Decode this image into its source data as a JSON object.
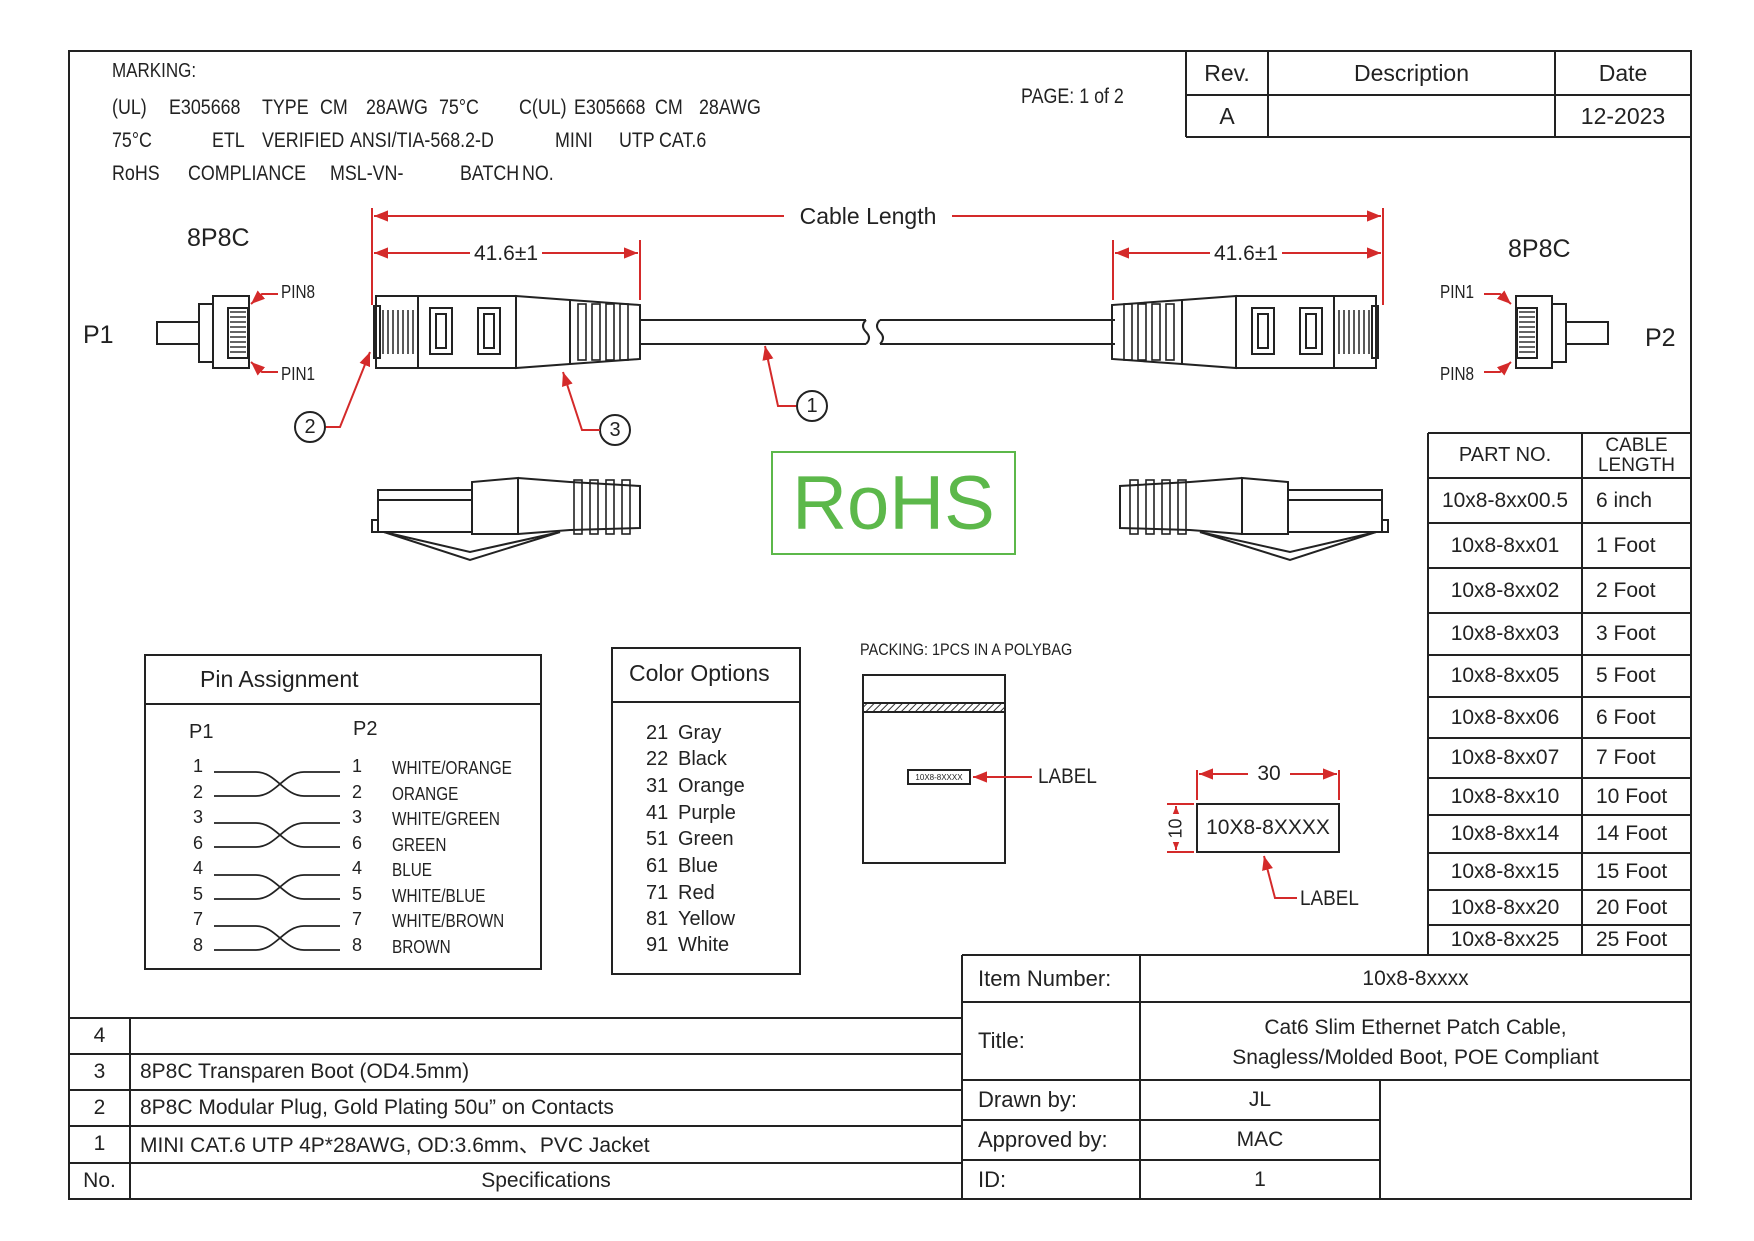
{
  "marking": {
    "heading": "MARKING:",
    "line1": [
      "(UL)",
      "E305668",
      "TYPE",
      "CM",
      "28AWG",
      "75°C",
      "C(UL)",
      "E305668",
      "CM",
      "28AWG"
    ],
    "line2": [
      "75°C",
      "ETL",
      "VERIFIED",
      "ANSI/TIA-568.2-D",
      "MINI",
      "UTP",
      "CAT.6"
    ],
    "line3": [
      "RoHS",
      "COMPLIANCE",
      "MSL-VN-",
      "BATCH",
      "NO."
    ]
  },
  "page": "PAGE:  1  of  2",
  "revision": {
    "headers": [
      "Rev.",
      "Description",
      "Date"
    ],
    "rev": "A",
    "description": "",
    "date": "12-2023"
  },
  "drawing": {
    "cable_length": "Cable Length",
    "dim_left": "41.6±1",
    "dim_right": "41.6±1",
    "left_connector": "8P8C",
    "right_connector": "8P8C",
    "p1": "P1",
    "p2": "P2",
    "pin8_left": "PIN8",
    "pin1_left": "PIN1",
    "pin1_right": "PIN1",
    "pin8_right": "PIN8",
    "callout_1": "1",
    "callout_2": "2",
    "callout_3": "3",
    "rohs": "RoHS"
  },
  "pin_assignment": {
    "title": "Pin Assignment",
    "p1": "P1",
    "p2": "P2",
    "rows": [
      {
        "p1": "1",
        "p2": "1",
        "color": "WHITE/ORANGE"
      },
      {
        "p1": "2",
        "p2": "2",
        "color": "ORANGE"
      },
      {
        "p1": "3",
        "p2": "3",
        "color": "WHITE/GREEN"
      },
      {
        "p1": "6",
        "p2": "6",
        "color": "GREEN"
      },
      {
        "p1": "4",
        "p2": "4",
        "color": "BLUE"
      },
      {
        "p1": "5",
        "p2": "5",
        "color": "WHITE/BLUE"
      },
      {
        "p1": "7",
        "p2": "7",
        "color": "WHITE/BROWN"
      },
      {
        "p1": "8",
        "p2": "8",
        "color": "BROWN"
      }
    ]
  },
  "color_options": {
    "title": "Color Options",
    "items": [
      {
        "code": "21",
        "name": "Gray"
      },
      {
        "code": "22",
        "name": "Black"
      },
      {
        "code": "31",
        "name": "Orange"
      },
      {
        "code": "41",
        "name": "Purple"
      },
      {
        "code": "51",
        "name": "Green"
      },
      {
        "code": "61",
        "name": "Blue"
      },
      {
        "code": "71",
        "name": "Red"
      },
      {
        "code": "81",
        "name": "Yellow"
      },
      {
        "code": "91",
        "name": "White"
      }
    ]
  },
  "packing": {
    "text": "PACKING:  1PCS  IN  A  POLYBAG",
    "bag_label_text": "10X8-8XXXX",
    "label_callout": "LABEL",
    "label_width": "30",
    "label_height": "10",
    "label_text": "10X8-8XXXX",
    "label_callout2": "LABEL"
  },
  "parts": {
    "headers": [
      "PART NO.",
      "CABLE LENGTH"
    ],
    "rows": [
      {
        "part": "10x8-8xx00.5",
        "length": "6 inch"
      },
      {
        "part": "10x8-8xx01",
        "length": "1 Foot"
      },
      {
        "part": "10x8-8xx02",
        "length": "2 Foot"
      },
      {
        "part": "10x8-8xx03",
        "length": "3 Foot"
      },
      {
        "part": "10x8-8xx05",
        "length": "5 Foot"
      },
      {
        "part": "10x8-8xx06",
        "length": "6 Foot"
      },
      {
        "part": "10x8-8xx07",
        "length": "7 Foot"
      },
      {
        "part": "10x8-8xx10",
        "length": "10 Foot"
      },
      {
        "part": "10x8-8xx14",
        "length": "14 Foot"
      },
      {
        "part": "10x8-8xx15",
        "length": "15 Foot"
      },
      {
        "part": "10x8-8xx20",
        "length": "20 Foot"
      },
      {
        "part": "10x8-8xx25",
        "length": "25 Foot"
      }
    ]
  },
  "specs": {
    "rows": [
      {
        "no": "4",
        "text": ""
      },
      {
        "no": "3",
        "text": "8P8C Transparen Boot (OD4.5mm)"
      },
      {
        "no": "2",
        "text": "8P8C Modular Plug, Gold Plating 50u” on Contacts"
      },
      {
        "no": "1",
        "text": "MINI CAT.6 UTP 4P*28AWG, OD:3.6mm、PVC Jacket"
      }
    ],
    "header_no": "No.",
    "header_spec": "Specifications"
  },
  "title_block": {
    "item_number_label": "Item Number:",
    "item_number": "10x8-8xxxx",
    "title_label": "Title:",
    "title_line1": "Cat6 Slim Ethernet Patch Cable,",
    "title_line2": "Snagless/Molded Boot, POE Compliant",
    "drawn_by_label": "Drawn by:",
    "drawn_by": "JL",
    "approved_by_label": "Approved by:",
    "approved_by": "MAC",
    "id_label": "ID:",
    "id": "1"
  },
  "colors": {
    "line": "#222222",
    "red": "#d42a2a",
    "rohs_green": "#5cb84a"
  }
}
